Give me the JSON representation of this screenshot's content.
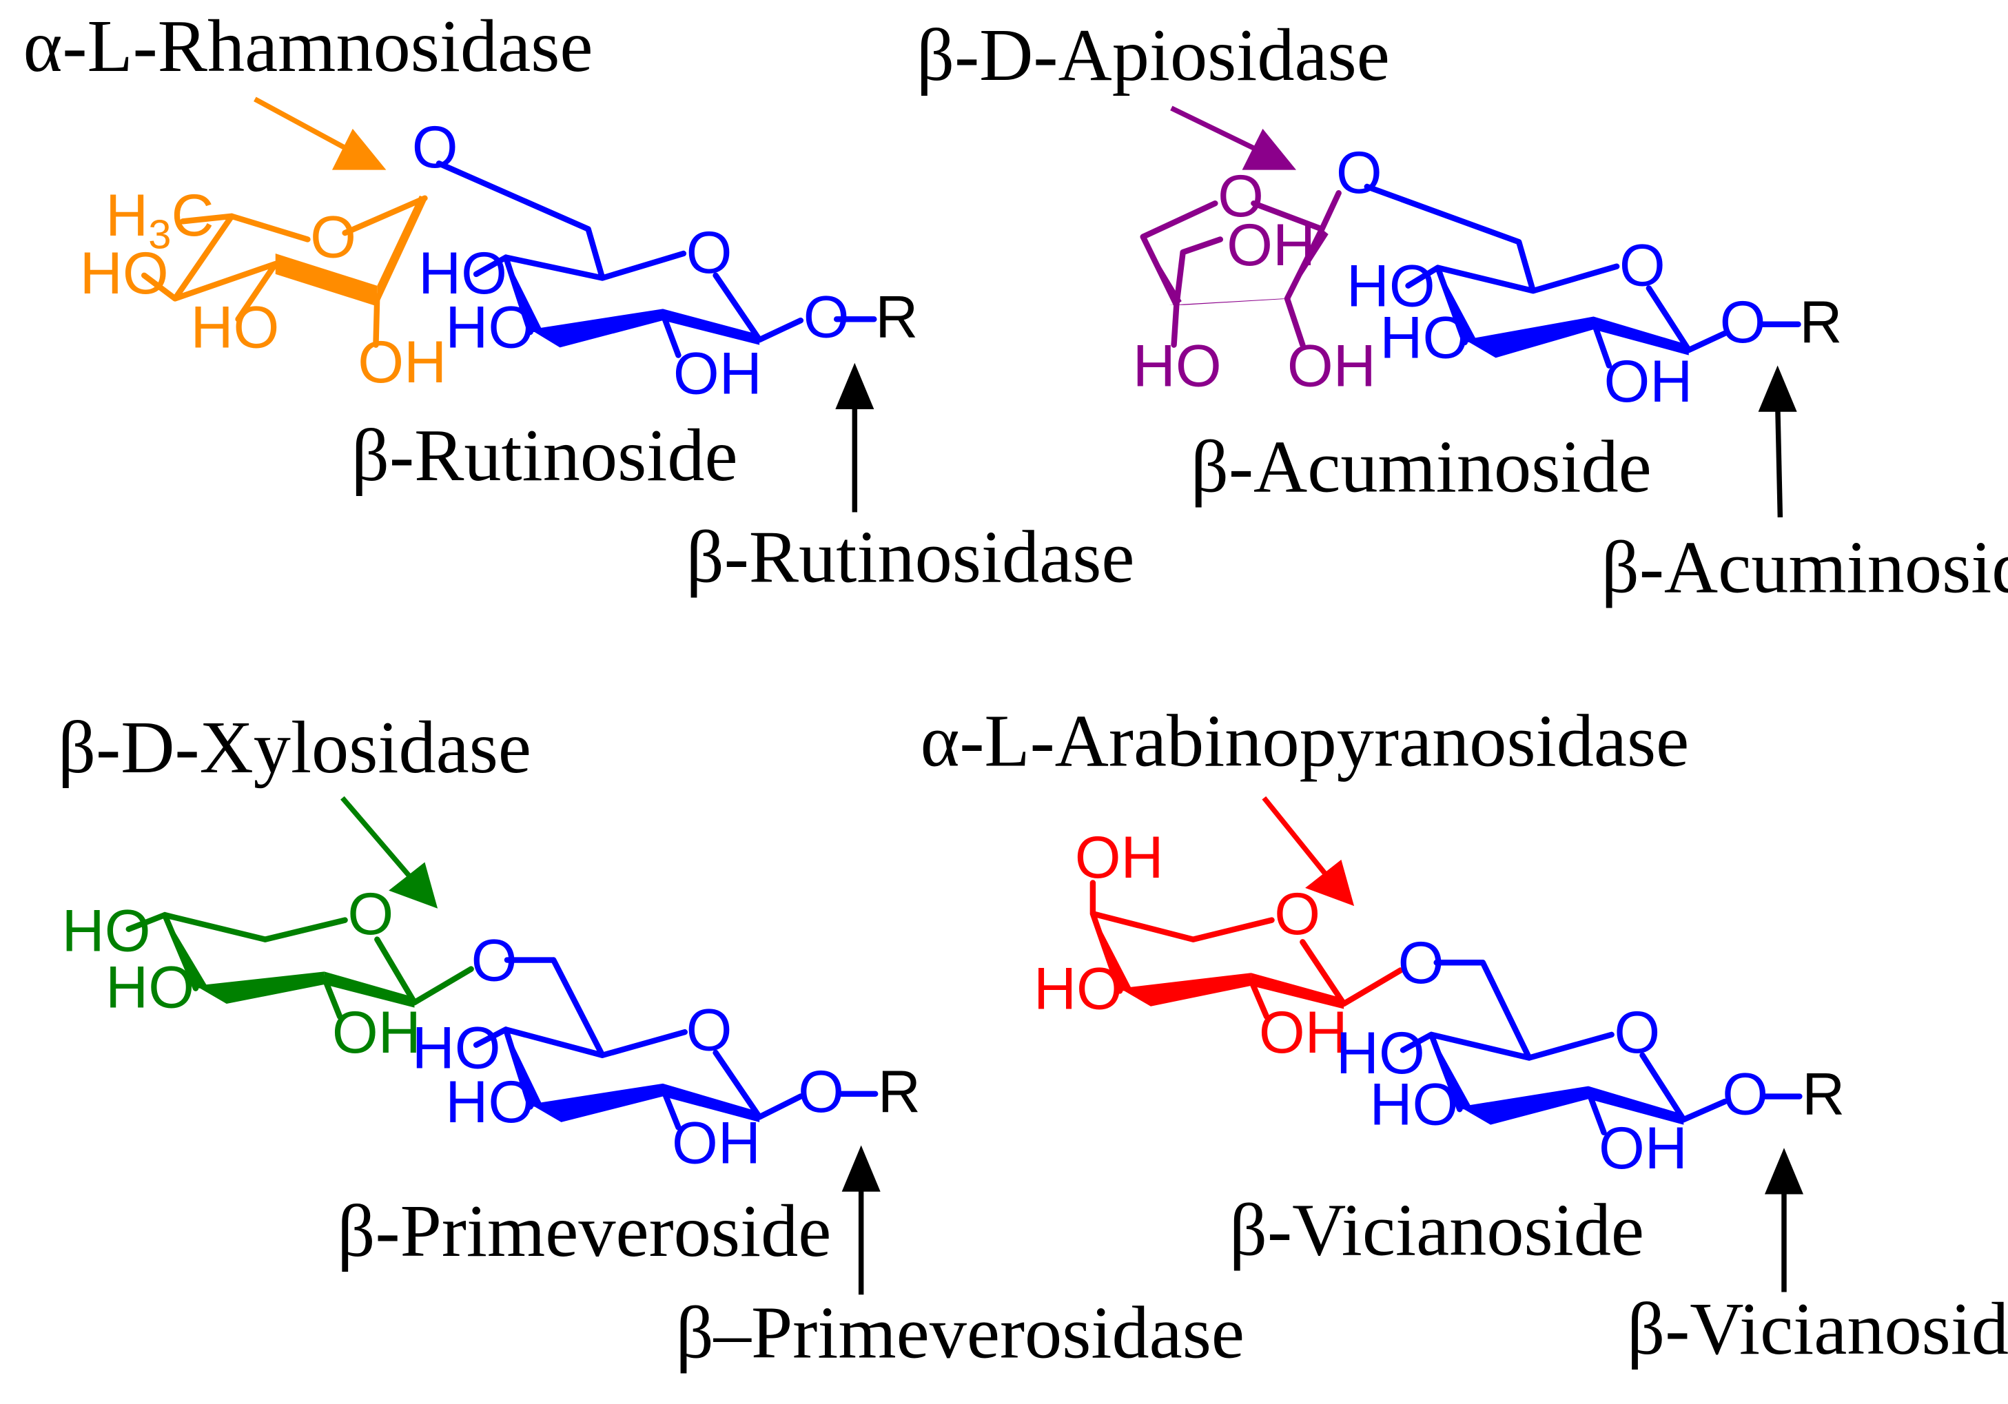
{
  "colors": {
    "aglycone_sugar": "#0000ff",
    "rhamnose": "#ff8c00",
    "apiose": "#8b008b",
    "xylose": "#008000",
    "arabinose": "#ff0000",
    "label": "#000000"
  },
  "labels": {
    "rhamnosidase": "α-L-Rhamnosidase",
    "rutinoside": "β-Rutinoside",
    "rutinosidase": "β-Rutinosidase",
    "apiosidase": "β-D-Apiosidase",
    "acuminoside": "β-Acuminoside",
    "acuminosidase": "β-Acuminosidase",
    "xylosidase": "β-D-Xylosidase",
    "primeveroside": "β-Primeveroside",
    "primeverosidase": "β–Primeverosidase",
    "arabinopyranosidase": "α-L-Arabinopyranosidase",
    "vicianoside": "β-Vicianoside",
    "vicianosidase": "β-Vicianosidase"
  },
  "atoms": {
    "ring_o": "O",
    "link_o": "O",
    "r": "R",
    "ho": "HO",
    "oh": "OH",
    "h3c": "H",
    "h3c_sub": "3",
    "h3c_c": "C",
    "dash": "—"
  }
}
